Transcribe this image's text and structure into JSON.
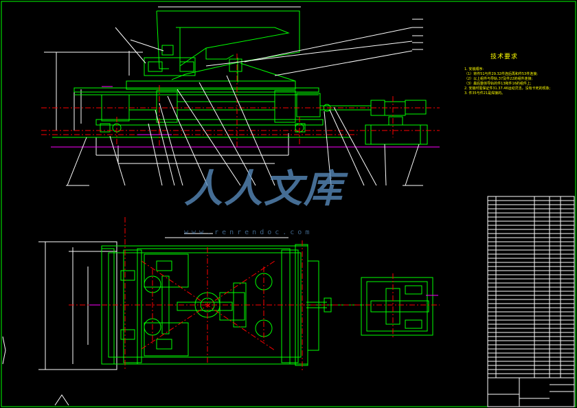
{
  "drawing": {
    "notes_title": "技术要求",
    "notes": [
      "1. 安装顺序:",
      "（1）将件51与件29.32件连后再和件53件连接;",
      "（2）以上组件与导轨.37及件22的组件连接;",
      "（3）最后整体导轨的件13和件16的组件上;",
      "2. 安装时需保证件31.37.46运动灵活，没有卡死的现象;",
      "3. 件35与件21是焊接的。"
    ],
    "watermark": "人人文库",
    "watermark_url": "www.renrendoc.com",
    "colors": {
      "background": "#000000",
      "outline": "#00ff00",
      "centerline": "#ff0000",
      "dimension": "#ffffff",
      "section": "#ff00ff",
      "hidden": "#00ffff",
      "text": "#ffff00"
    }
  }
}
